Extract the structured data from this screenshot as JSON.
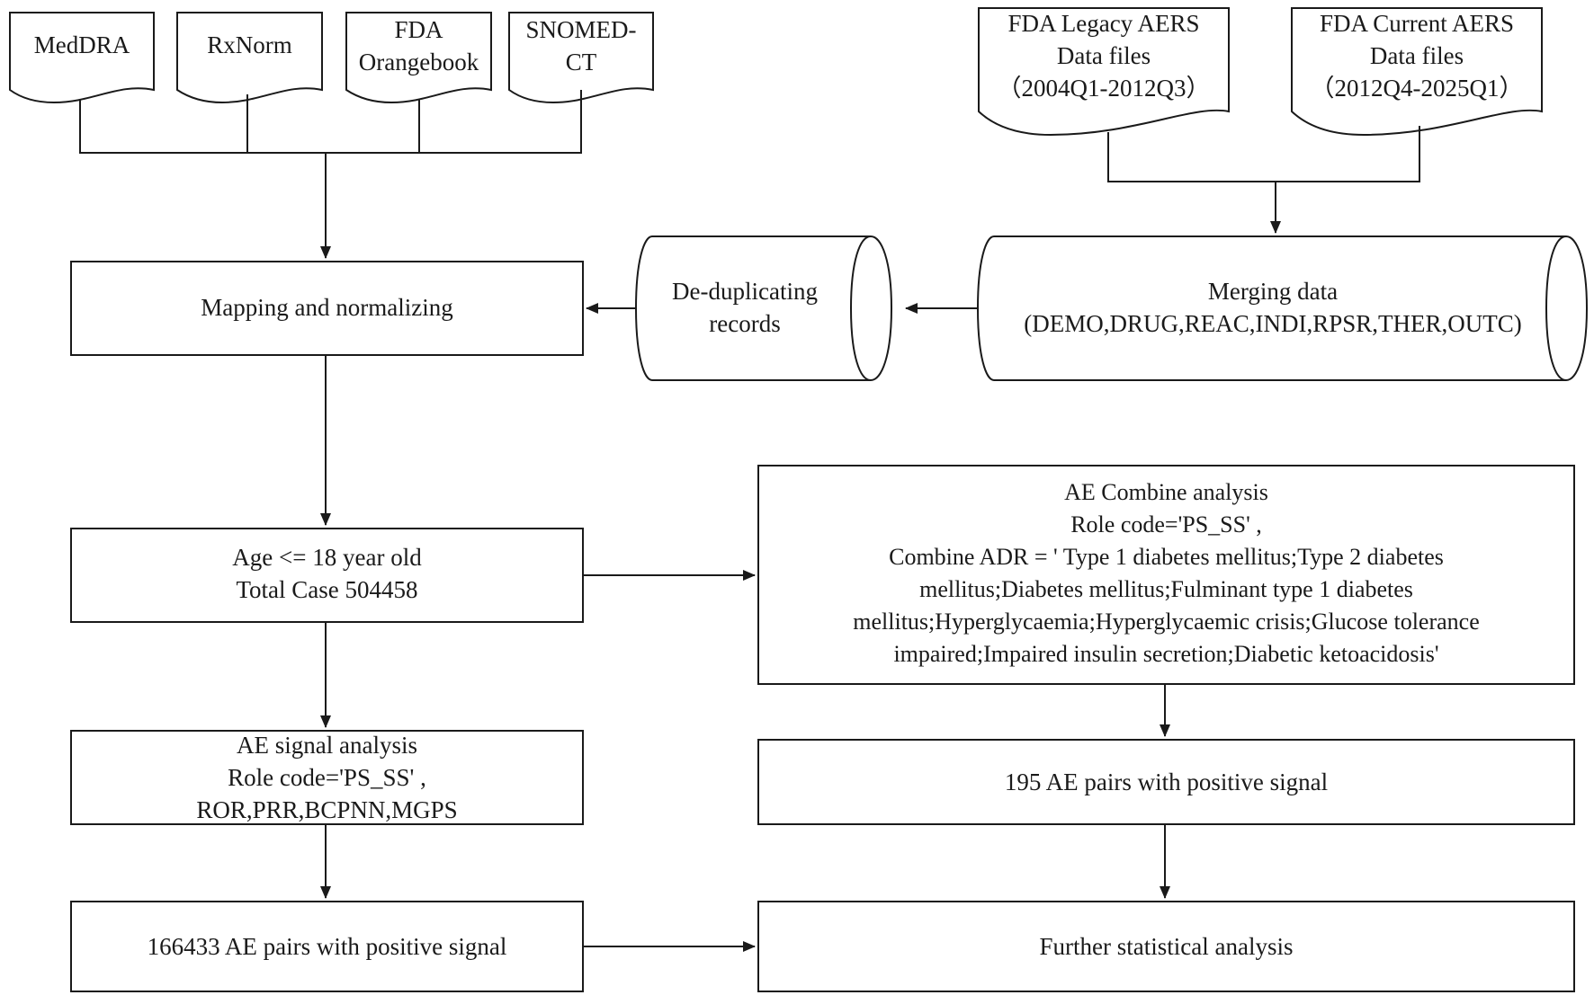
{
  "sources": {
    "meddra": "MedDRA",
    "rxnorm": "RxNorm",
    "fda_orangebook": [
      "FDA",
      "Orangebook"
    ],
    "snomed": [
      "SNOMED-",
      "CT"
    ],
    "legacy_aers": [
      "FDA Legacy AERS",
      "Data files",
      "（2004Q1-2012Q3）"
    ],
    "current_aers": [
      "FDA Current AERS",
      "Data files",
      "（2012Q4-2025Q1）"
    ]
  },
  "process": {
    "merging": [
      "Merging data",
      "(DEMO,DRUG,REAC,INDI,RPSR,THER,OUTC)"
    ],
    "deduplicating": [
      "De-duplicating",
      "records"
    ],
    "mapping": "Mapping and normalizing",
    "age_filter": [
      "Age <= 18 year old",
      "Total Case 504458"
    ],
    "signal_analysis": [
      "AE signal analysis",
      "Role code='PS_SS' ,",
      "ROR,PRR,BCPNN,MGPS"
    ],
    "positive_pairs": "166433 AE pairs with positive signal",
    "combine_analysis": [
      "AE Combine analysis",
      "Role code='PS_SS' ,",
      "Combine ADR = ' Type 1 diabetes mellitus;Type 2 diabetes",
      "mellitus;Diabetes mellitus;Fulminant type 1 diabetes",
      "mellitus;Hyperglycaemia;Hyperglycaemic crisis;Glucose tolerance",
      "impaired;Impaired insulin secretion;Diabetic ketoacidosis'"
    ],
    "combine_pairs": "195 AE pairs with positive signal",
    "further": "Further  statistical analysis"
  }
}
